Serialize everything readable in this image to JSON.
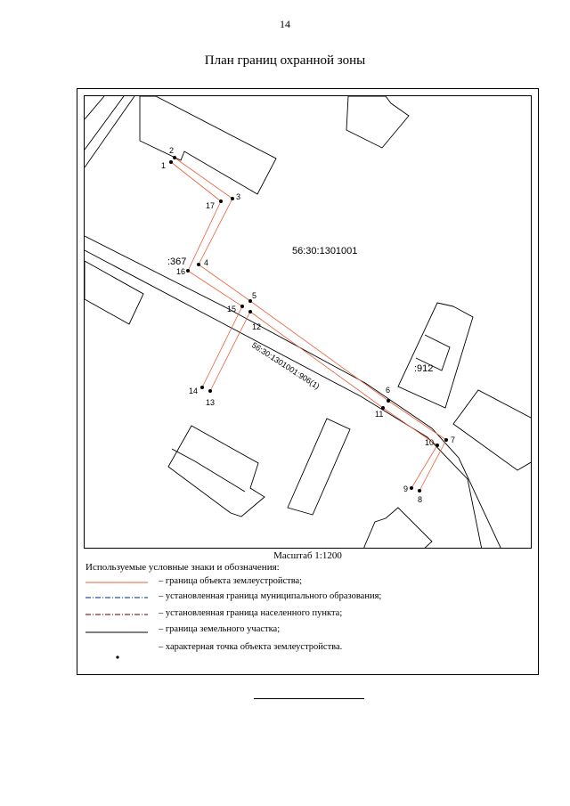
{
  "page_number": "14",
  "title": "План границ охранной зоны",
  "map": {
    "cadastral_quarter": "56:30:1301001",
    "parcel_906": "56:30:1301001:906(1)",
    "parcel_912": ":912",
    "parcel_367": ":367",
    "points": [
      {
        "id": "1",
        "label": "1"
      },
      {
        "id": "2",
        "label": "2"
      },
      {
        "id": "3",
        "label": "3"
      },
      {
        "id": "4",
        "label": "4"
      },
      {
        "id": "5",
        "label": "5"
      },
      {
        "id": "6",
        "label": "6"
      },
      {
        "id": "7",
        "label": "7"
      },
      {
        "id": "8",
        "label": "8"
      },
      {
        "id": "9",
        "label": "9"
      },
      {
        "id": "10",
        "label": "10"
      },
      {
        "id": "11",
        "label": "11"
      },
      {
        "id": "12",
        "label": "12"
      },
      {
        "id": "13",
        "label": "13"
      },
      {
        "id": "14",
        "label": "14"
      },
      {
        "id": "15",
        "label": "15"
      },
      {
        "id": "16",
        "label": "16"
      },
      {
        "id": "17",
        "label": "17"
      }
    ]
  },
  "scale": "Масштаб 1:1200",
  "legend": {
    "title": "Используемые условные знаки и обозначения:",
    "items": [
      {
        "label": "– граница объекта землеустройства;",
        "color": "#e8603c",
        "style": "solid"
      },
      {
        "label": "– установленная граница муниципального образования;",
        "color": "#2a4fa0",
        "style": "dash-dot"
      },
      {
        "label": "– установленная граница населенного пункта;",
        "color": "#8a2a2a",
        "style": "dash-dot"
      },
      {
        "label": "– граница земельного участка;",
        "color": "#000000",
        "style": "solid"
      },
      {
        "label": "– характерная точка объекта землеустройства.",
        "color": "#000000",
        "style": "dot"
      }
    ]
  }
}
